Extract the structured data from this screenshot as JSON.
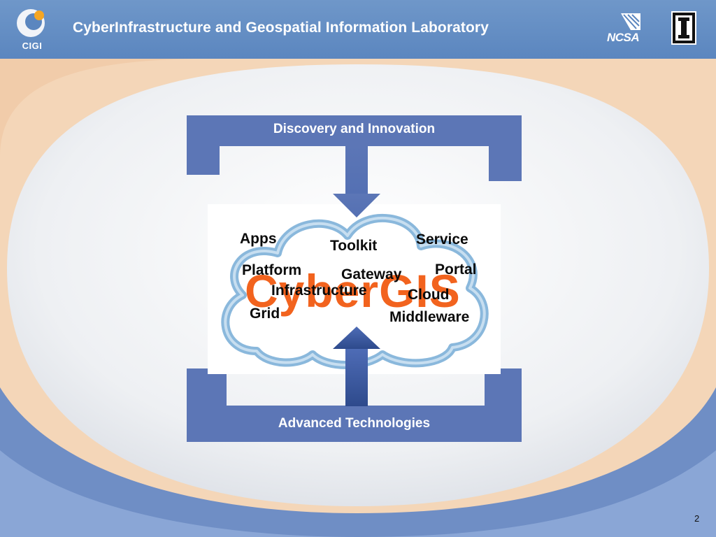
{
  "header": {
    "title": "CyberInfrastructure and Geospatial Information Laboratory",
    "cigi_logo_text": "CIGI",
    "ncsa_logo_text": "NCSA"
  },
  "diagram": {
    "top_label": "Discovery and Innovation",
    "bottom_label": "Advanced Technologies",
    "center_title": "CyberGIS",
    "words": [
      "Apps",
      "Toolkit",
      "Service",
      "Platform",
      "Gateway",
      "Portal",
      "Infrastructure",
      "Cloud",
      "Grid",
      "Middleware"
    ]
  },
  "footer": {
    "page_number": "2"
  },
  "colors": {
    "header": "#6f97c9",
    "panel": "#5c76b6",
    "arrow": "#5a74b5",
    "cloud_outline": "#8ab8dc",
    "title": "#f2631e"
  }
}
